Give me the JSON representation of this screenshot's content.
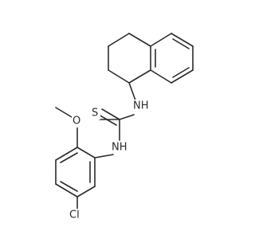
{
  "molecule": {
    "atoms": [
      {
        "id": "S1",
        "symbol": "S"
      },
      {
        "id": "O1",
        "symbol": "O"
      },
      {
        "id": "NH1",
        "symbol": "NH"
      },
      {
        "id": "NH2",
        "symbol": "NH"
      },
      {
        "id": "Cl1",
        "symbol": "Cl"
      }
    ],
    "colors": {
      "bond": "#2b2b2b",
      "text": "#2b2b2b",
      "background": "#ffffff"
    }
  }
}
